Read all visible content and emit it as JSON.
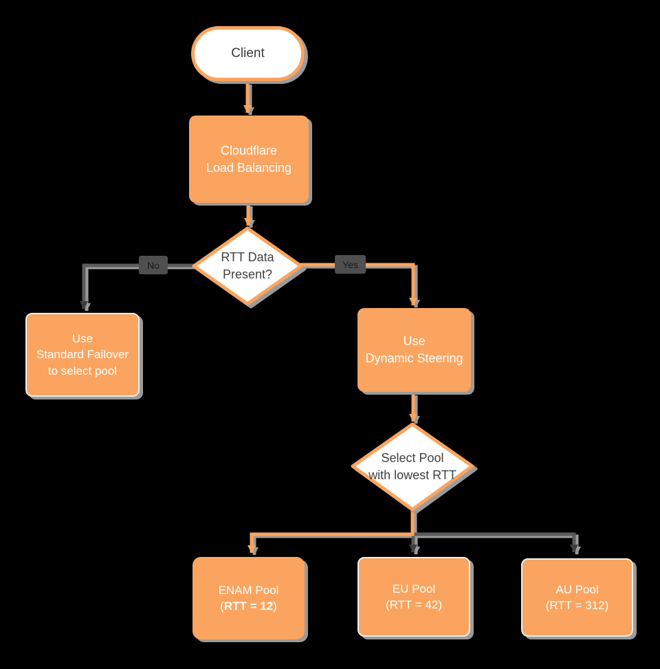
{
  "diagram": {
    "title": "Cloudflare Load Balancing decision flowchart",
    "colors": {
      "background": "#000000",
      "node_orange": "#FAA45F",
      "node_white_fill": "#FFFFFF",
      "edge_gray": "#5C5C5C",
      "shadow_gray": "#9B9B9B",
      "edge_label_bg": "#4F4F4F",
      "text_dark": "#404040",
      "text_light": "#FFFFFF"
    },
    "nodes": {
      "client": {
        "label": "Client"
      },
      "load_balancing": {
        "line1": "Cloudflare",
        "line2": "Load Balancing"
      },
      "rtt_decision": {
        "line1": "RTT Data",
        "line2": "Present?"
      },
      "standard_failover": {
        "line1": "Use",
        "line2": "Standard Failover",
        "line3": "to select pool"
      },
      "dynamic_steering": {
        "line1": "Use",
        "line2": "Dynamic Steering"
      },
      "select_pool": {
        "line1": "Select Pool",
        "line2": "with lowest RTT"
      },
      "enam_pool": {
        "line1": "ENAM Pool",
        "open_paren": "(",
        "rtt_bold": "RTT = 12",
        "close_paren": ")"
      },
      "eu_pool": {
        "line1": "EU Pool",
        "line2": "(RTT = 42)"
      },
      "au_pool": {
        "line1": "AU Pool",
        "line2": "(RTT = 312)"
      }
    },
    "edge_labels": {
      "no": "No",
      "yes": "Yes"
    }
  }
}
